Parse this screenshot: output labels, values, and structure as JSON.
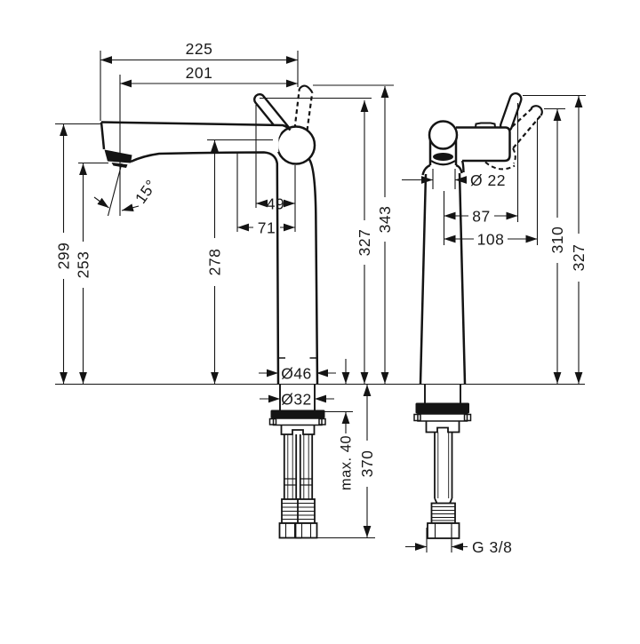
{
  "page": {
    "background": "#ffffff",
    "ink": "#141414"
  },
  "drawing": {
    "side_view": {
      "spout_reach_overall": "225",
      "spout_reach": "201",
      "spout_angle": "15°",
      "spout_height": "299",
      "clearance_height": "253",
      "inlet_height": "278",
      "handle_offset": "49",
      "inlet_offset": "71",
      "height_handle_forward": "327",
      "height_handle_back": "343",
      "base_diameter": "Ø46",
      "shank_diameter": "Ø32",
      "max_deck_thickness": "max. 40",
      "hose_length": "370"
    },
    "front_view": {
      "spout_diameter": "Ø 22",
      "handle_span": "87",
      "handle_span_open": "108",
      "handle_height_open": "310",
      "handle_height": "327",
      "connection_thread": "G 3/8"
    }
  }
}
